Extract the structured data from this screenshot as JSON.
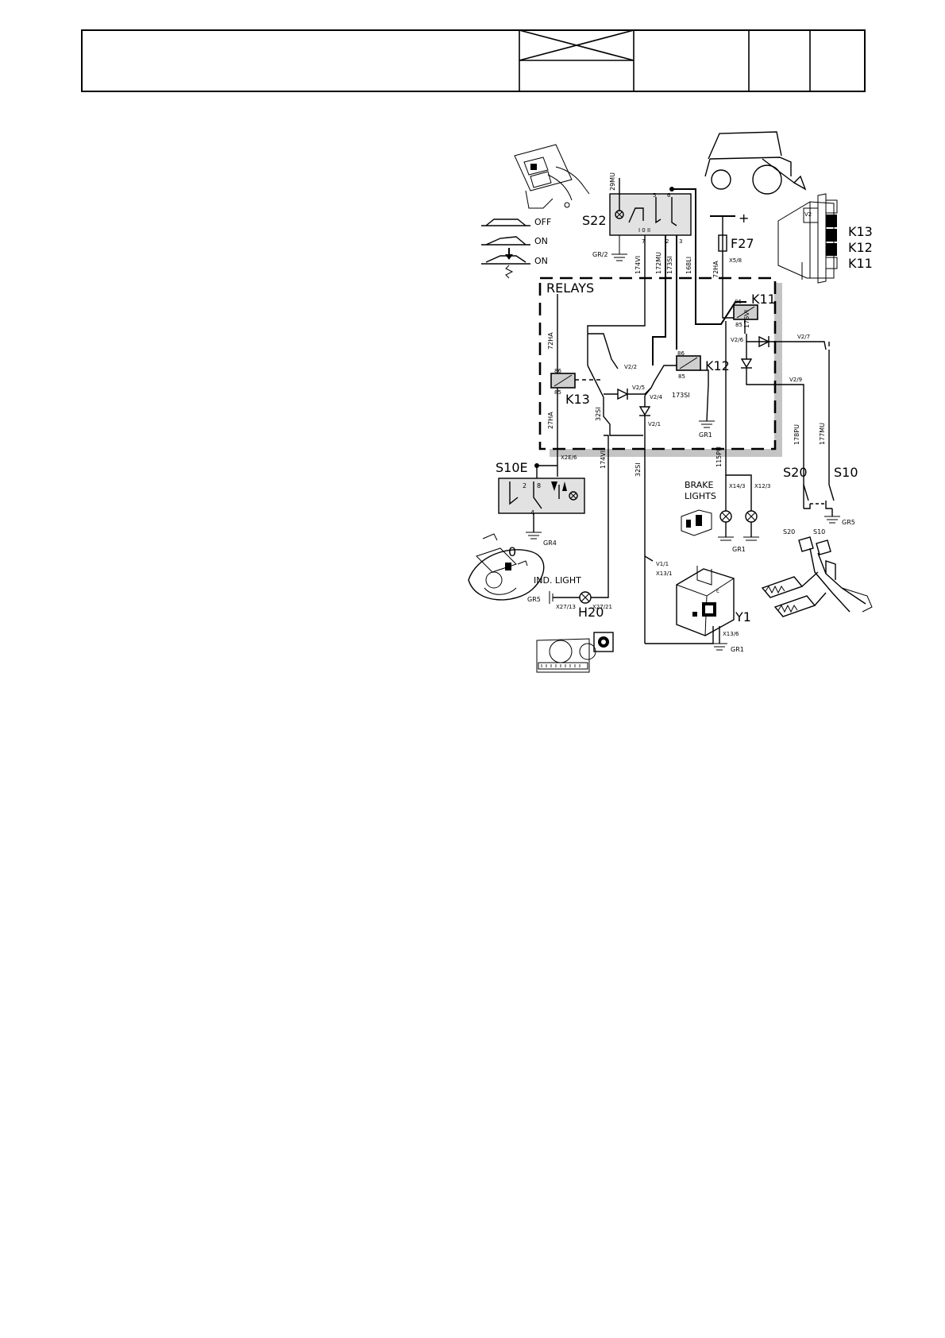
{
  "title_block": {
    "cells": [
      "",
      "",
      "",
      "",
      "",
      ""
    ]
  },
  "switch_positions": [
    "OFF",
    "ON",
    "ON"
  ],
  "components": {
    "s22": "S22",
    "f27": "F27",
    "plus": "+",
    "relays_box": "RELAYS",
    "k11": "K11",
    "k12": "K12",
    "k13": "K13",
    "v2": "V2",
    "s10e": "S10E",
    "s20": "S20",
    "s10": "S10",
    "brake_lights": [
      "BRAKE",
      "LIGHTS"
    ],
    "ind_light": "IND. LIGHT",
    "h20": "H20",
    "y1": "Y1",
    "zero": "0",
    "s20_pedal": "S20",
    "s10_pedal": "S10"
  },
  "grounds": {
    "gr2": "GR/2",
    "gr1_k12": "GR1",
    "gr4": "GR4",
    "gr5_left": "GR5",
    "gr5_right": "GR5",
    "gr1_brake": "GR1",
    "gr1_y1": "GR1"
  },
  "wires": {
    "w29mu": "29MU",
    "w174vi": "174VI",
    "w172mu": "172MU",
    "w173si_a": "173SI",
    "w168li": "168LI",
    "w72ha_top": "72HA",
    "w72ha_left": "72HA",
    "w176vi": "176VI",
    "w173si_b": "173SI",
    "w27ha": "27HA",
    "w32si_a": "32SI",
    "w174vi_b": "174VI",
    "w32si_b": "32SI",
    "w115pu": "115PU",
    "w178pu": "178PU",
    "w177mu": "177MU"
  },
  "connectors": {
    "x5_8": "X5/8",
    "v2_2": "V2/2",
    "v2_5": "V2/5",
    "v2_4": "V2/4",
    "v2_1": "V2/1",
    "v2_6": "V2/6",
    "v2_7": "V2/7",
    "v2_9": "V2/9",
    "x2e_6": "X2E/6",
    "x14_3": "X14/3",
    "x12_3": "X12/3",
    "v1_1": "V1/1",
    "x13_1": "X13/1",
    "x13_6": "X13/6",
    "x27_13": "X27/13",
    "x27_21": "X27/21"
  },
  "pins": {
    "s22": [
      "5",
      "6",
      "7",
      "2",
      "3"
    ],
    "s22_positions": "I 0 II",
    "k11": [
      "86",
      "85"
    ],
    "k12": [
      "86",
      "85"
    ],
    "k13": [
      "86",
      "85"
    ],
    "s10e": [
      "2",
      "8",
      "4"
    ]
  }
}
